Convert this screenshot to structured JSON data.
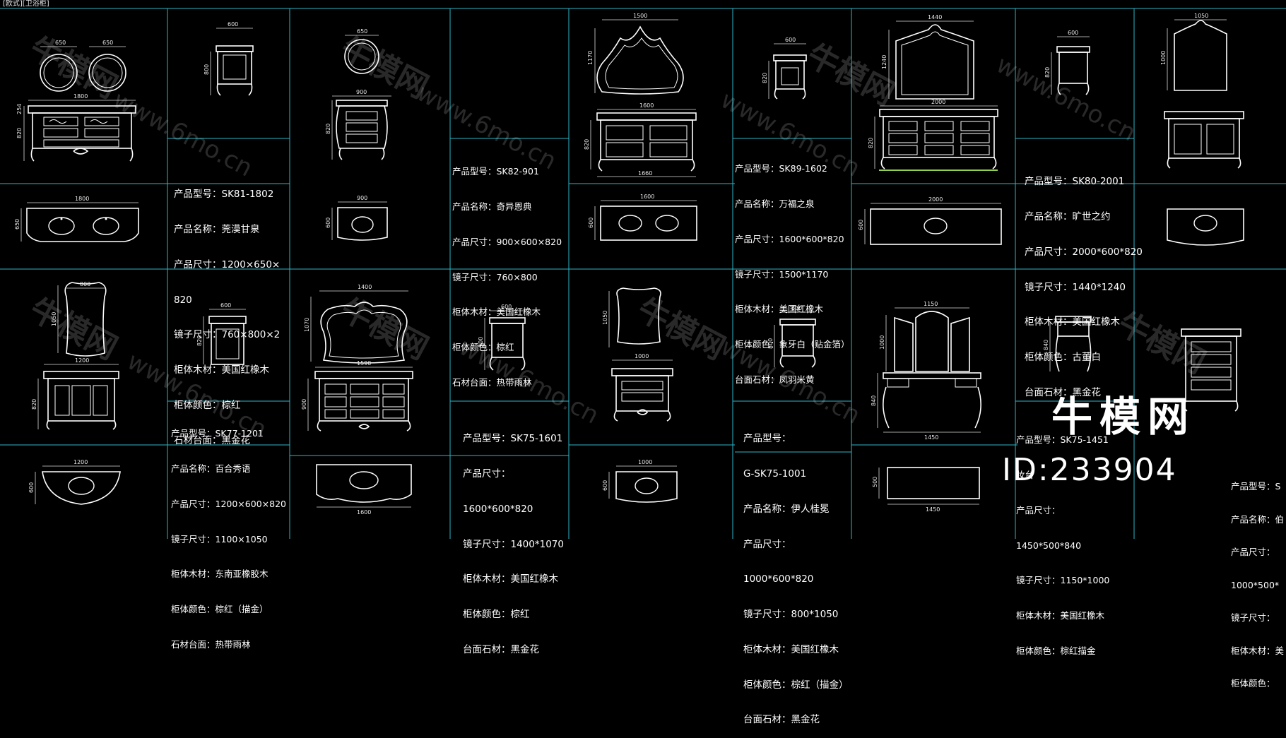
{
  "caption": "[欧式][卫浴柜]",
  "watermarks": {
    "brand_cn": "牛模网",
    "url": "www.6mo.cn",
    "logo_text": "牛模网",
    "id_text": "ID:233904"
  },
  "colors": {
    "background": "#000000",
    "grid": "#2bb6c9",
    "drawing": "#ffffff",
    "dimension": "#e0e0e0",
    "accent": "#8fd14f"
  },
  "specs": [
    {
      "lines": [
        "产品型号：SK81-1802",
        "产品名称：莞漠甘泉",
        "产品尺寸：1200×650×",
        "820",
        "镜子尺寸：760×800×2",
        "柜体木材：美国红橡木",
        "柜体颜色：棕红",
        "石材台面：黑金花"
      ]
    },
    {
      "lines": [
        "产品型号：SK82-901",
        "产品名称：奇异恩典",
        "产品尺寸：900×600×820",
        "镜子尺寸：760×800",
        "柜体木材：美国红橡木",
        "柜体颜色：棕红",
        "石材台面：热带雨林"
      ]
    },
    {
      "lines": [
        "产品型号：SK89-1602",
        "产品名称：万福之泉",
        "产品尺寸：1600*600*820",
        "镜子尺寸：1500*1170",
        "柜体木材：美国红橡木",
        "柜体颜色：象牙白（贴金箔）",
        "台面石材：凤羽米黄"
      ]
    },
    {
      "lines": [
        "产品型号：SK80-2001",
        "产品名称：旷世之约",
        "产品尺寸：2000*600*820",
        "镜子尺寸：1440*1240",
        "柜体木材：美国红橡木",
        "柜体颜色：古董白",
        "台面石材：黑金花"
      ]
    },
    {
      "lines": [
        "产品型号：SK77-1201",
        "产品名称：百合秀语",
        "产品尺寸：1200×600×820",
        "镜子尺寸：1100×1050",
        "柜体木材：东南亚橡胶木",
        "柜体颜色：棕红（描金）",
        "石材台面：热带雨林"
      ]
    },
    {
      "lines": [
        "产品型号：SK75-1601",
        "产品尺寸：",
        "1600*600*820",
        "镜子尺寸：1400*1070",
        "柜体木材：美国红橡木",
        "柜体颜色：棕红",
        "台面石材：黑金花"
      ]
    },
    {
      "lines": [
        "产品型号：",
        "G-SK75-1001",
        "产品名称：伊人桂冕",
        "产品尺寸：",
        "1000*600*820",
        "镜子尺寸：800*1050",
        "柜体木材：美国红橡木",
        "柜体颜色：棕红（描金）",
        "台面石材：黑金花"
      ]
    },
    {
      "lines": [
        "产品型号：SK75-1451",
        "妆台",
        "产品尺寸：",
        "1450*500*840",
        "镜子尺寸：1150*1000",
        "柜体木材：美国红橡木",
        "柜体颜色：棕红描金"
      ]
    },
    {
      "lines": [
        "产品型号：S",
        "产品名称：伯",
        "产品尺寸：",
        "1000*500*",
        "镜子尺寸：",
        "柜体木材：美",
        "柜体颜色："
      ]
    }
  ],
  "dims": {
    "d650a": "650",
    "d650b": "650",
    "d1800": "1800",
    "d820a": "820",
    "d254": "254",
    "d600a": "600",
    "d800a": "800",
    "d1800b": "1800",
    "d650c": "650",
    "d650d": "650",
    "d900a": "900",
    "d820b": "820",
    "d900b": "900",
    "d600b": "600",
    "d1500": "1500",
    "d1170": "1170",
    "d1600a": "1600",
    "d1660": "1660",
    "d820c": "820",
    "d1600b": "1600",
    "d600c": "600",
    "d600d": "600",
    "d820d": "820",
    "d1440": "1440",
    "d1240": "1240",
    "d2000a": "2000",
    "d820e": "820",
    "d2000b": "2000",
    "d600e": "600",
    "d600f": "600",
    "d820f": "820",
    "d1050": "1050",
    "d1000a": "1000",
    "d800b": "800",
    "d1050b": "1050",
    "d1200a": "1200",
    "d820g": "820",
    "d1200b": "1200",
    "d600g": "600",
    "d600h": "600",
    "d820h": "820",
    "d1400": "1400",
    "d1070": "1070",
    "d1590": "1590",
    "d900c": "900",
    "d1600c": "1600",
    "d600i": "600",
    "d900d": "900",
    "d1050c": "1050",
    "d1000b": "1000",
    "d1000c": "1000",
    "d600j": "600",
    "d600k": "600",
    "d800c": "800",
    "d1150": "1150",
    "d1000d": "1000",
    "d840": "840",
    "d1450a": "1450",
    "d500": "500",
    "d1450b": "1450",
    "d840b": "840"
  }
}
